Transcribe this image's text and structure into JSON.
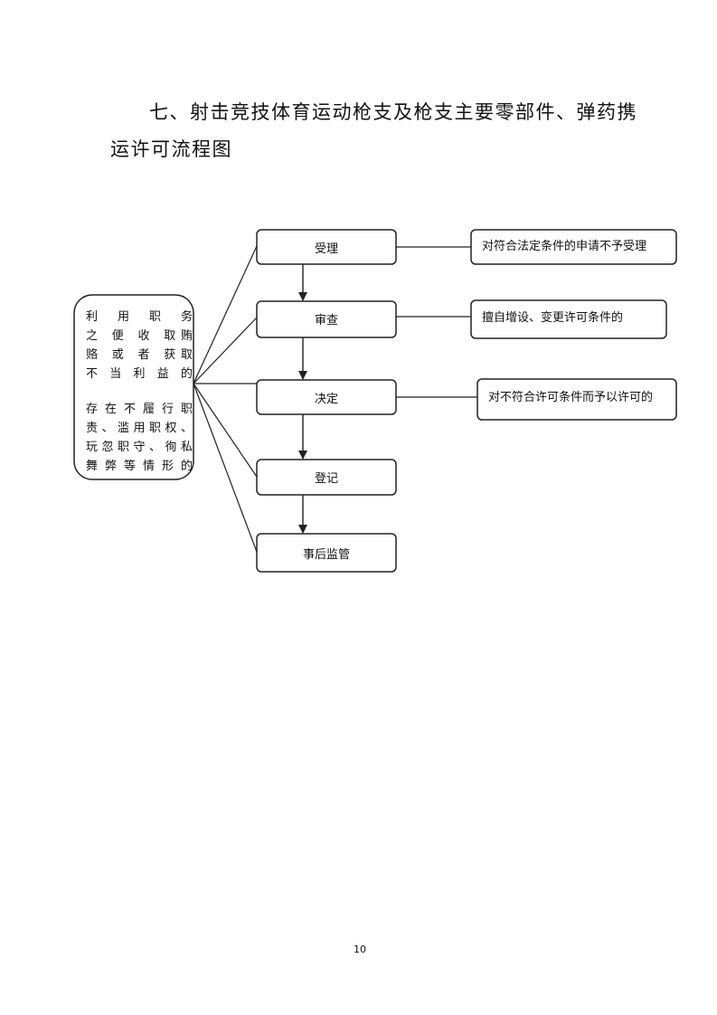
{
  "title": {
    "line1": "七、射击竞技体育运动枪支及枪支主要零部件、弹药携",
    "line2": "运许可流程图"
  },
  "left_condition": {
    "group1": [
      "利 用 职 务",
      "之 便 收 取贿",
      "赂 或 者 获取",
      "不 当 利 益 的"
    ],
    "group2": [
      "存在不履行职",
      "责、滥用职权、",
      "玩忽职守、徇私",
      "舞弊等情形的"
    ]
  },
  "steps": [
    "受理",
    "审查",
    "决定",
    "登记",
    "事后监管"
  ],
  "side_notes": [
    "对符合法定条件的申请不予受理",
    "擅自增设、变更许可条件的",
    "对不符合许可条件而予以许可的"
  ],
  "page_number": "10",
  "colors": {
    "line": "#222222",
    "box_border": "#222222",
    "background": "#ffffff"
  }
}
